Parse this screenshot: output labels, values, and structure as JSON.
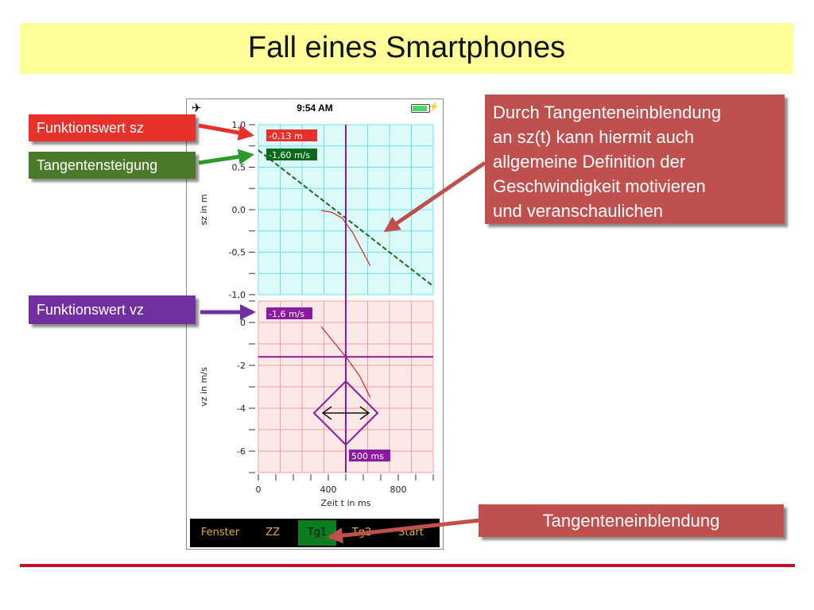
{
  "title": "Fall eines Smartphones",
  "phone": {
    "status_time": "9:54 AM",
    "icons": [
      "airplane-icon",
      "battery-icon",
      "charging-bolt-icon"
    ],
    "sz_plot": {
      "ylabel": "sz in m",
      "yticks": [
        "1,0",
        "0,5",
        "0,0",
        "-0,5",
        "-1,0"
      ],
      "value_badge": "-0,13 m",
      "slope_badge": "-1,60 m/s",
      "background": "#dcfafa"
    },
    "vz_plot": {
      "ylabel": "vz in m/s",
      "yticks": [
        "0",
        "-2",
        "-4",
        "-6"
      ],
      "value_badge": "-1,6 m/s",
      "window_badge": "500 ms",
      "background": "#fde8e8"
    },
    "xaxis": {
      "xlabel": "Zeit t in ms",
      "xticks": [
        "0",
        "400",
        "800"
      ]
    },
    "toolbar": [
      "Fenster",
      "ZZ",
      "Tg1",
      "Tg2",
      "Start"
    ],
    "active_tab": "Tg1"
  },
  "chart_data": [
    {
      "type": "line",
      "title": "",
      "xlabel": "Zeit t in ms",
      "ylabel": "sz in m",
      "xlim": [
        0,
        1000
      ],
      "ylim": [
        -1.0,
        1.0
      ],
      "series": [
        {
          "x": [
            360,
            420,
            480,
            540,
            580,
            640
          ],
          "values": [
            -0.01,
            -0.03,
            -0.1,
            -0.27,
            -0.43,
            -0.66
          ]
        }
      ],
      "tangent": {
        "x": [
          0,
          1000
        ],
        "values": [
          0.7,
          -0.9
        ]
      },
      "cursor_x": 500
    },
    {
      "type": "line",
      "title": "",
      "xlabel": "Zeit t in ms",
      "ylabel": "vz in m/s",
      "xlim": [
        0,
        1000
      ],
      "ylim": [
        -7.0,
        1.0
      ],
      "series": [
        {
          "x": [
            360,
            420,
            500,
            580,
            640
          ],
          "values": [
            -0.2,
            -0.8,
            -1.6,
            -2.5,
            -3.5
          ]
        }
      ],
      "cursor_x": 500,
      "cursor_y": -1.6
    }
  ],
  "callouts": {
    "sz": "Funktionswert sz",
    "tangent": "Tangentensteigung",
    "vz": "Funktionswert vz",
    "description": [
      "Durch Tangenteneinblendung",
      "an sz(t) kann hiermit auch",
      "allgemeine Definition der",
      "Geschwindigkeit motivieren",
      "und veranschaulichen"
    ],
    "tangent_display": "Tangenteneinblendung"
  },
  "colors": {
    "title_bg": "#ffff99",
    "callout_red": "#e8312a",
    "callout_green": "#4a7a2a",
    "callout_purple": "#7030a0",
    "callout_desc": "#c0504d",
    "rule": "#c0102a"
  }
}
